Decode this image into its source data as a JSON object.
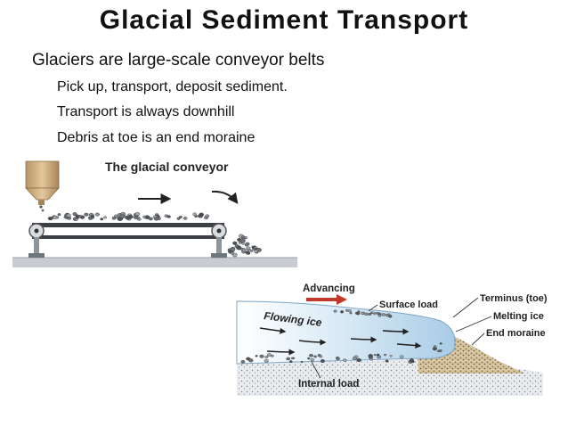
{
  "slide": {
    "title": "Glacial Sediment Transport",
    "main_bullet": "Glaciers are large-scale conveyor belts",
    "sub_bullets": [
      "Pick up, transport, deposit sediment.",
      "Transport is always downhill",
      "Debris at toe is an end moraine"
    ]
  },
  "conveyor_figure": {
    "title": "The glacial conveyor"
  },
  "glacier_figure": {
    "labels": {
      "advancing": "Advancing",
      "surface_load": "Surface load",
      "terminus": "Terminus (toe)",
      "melting_ice": "Melting ice",
      "end_moraine": "End moraine",
      "flowing_ice": "Flowing ice",
      "internal_load": "Internal load"
    }
  }
}
